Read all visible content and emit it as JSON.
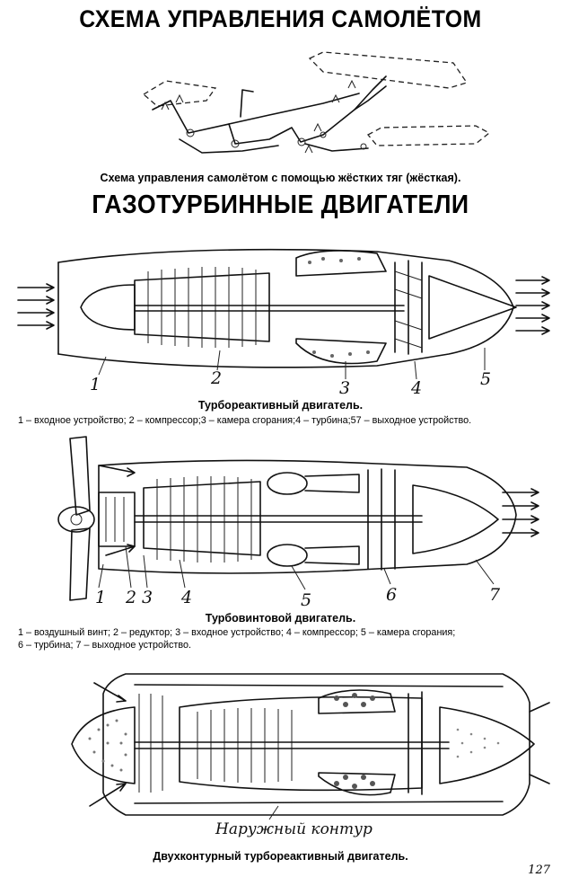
{
  "titles": {
    "control_scheme": "СХЕМА УПРАВЛЕНИЯ САМОЛЁТОМ",
    "engines": "ГАЗОТУРБИННЫЕ ДВИГАТЕЛИ"
  },
  "control_scheme": {
    "caption": "Схема управления самолётом с помощью жёстких тяг (жёсткая)."
  },
  "turbojet": {
    "caption": "Турбореактивный двигатель.",
    "legend": "1 – входное устройство; 2 – компрессор;3 – камера сгорания;4 – турбина;57 – выходное устройство.",
    "labels": [
      "1",
      "2",
      "3",
      "4",
      "5"
    ]
  },
  "turboprop": {
    "caption": "Турбовинтовой  двигатель.",
    "legend_line1": "1 – воздушный винт; 2 – редуктор; 3 – входное устройство; 4 – компрессор; 5 – камера сгорания;",
    "legend_line2": "6 – турбина; 7 – выходное устройство.",
    "labels": [
      "1",
      "2",
      "3",
      "4",
      "5",
      "6",
      "7"
    ]
  },
  "turbofan": {
    "caption": "Двухконтурный турбореактивный двигатель.",
    "outer_duct_label": "Наружный контур"
  },
  "page_number": "127"
}
